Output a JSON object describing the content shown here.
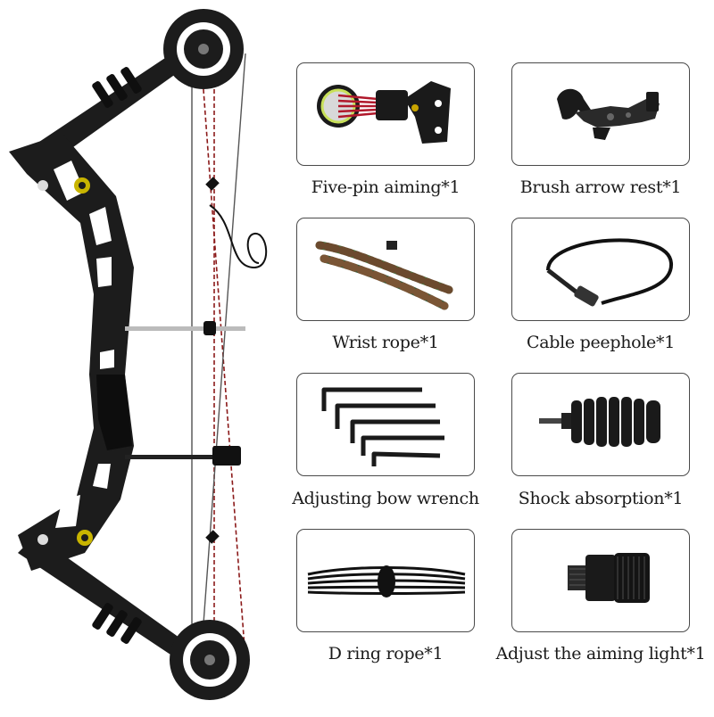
{
  "product_image": {
    "bow_icon": "compound-bow",
    "bow_label": ""
  },
  "accessories": [
    {
      "icon": "five-pin-sight-icon",
      "caption": "Five-pin aiming*1"
    },
    {
      "icon": "arrow-rest-icon",
      "caption": "Brush arrow rest*1"
    },
    {
      "icon": "wrist-rope-icon",
      "caption": "Wrist rope*1"
    },
    {
      "icon": "peephole-cable-icon",
      "caption": "Cable peephole*1"
    },
    {
      "icon": "hex-wrench-set-icon",
      "caption": "Adjusting bow wrench"
    },
    {
      "icon": "shock-absorber-icon",
      "caption": "Shock absorption*1"
    },
    {
      "icon": "d-loop-rope-icon",
      "caption": "D ring rope*1"
    },
    {
      "icon": "sight-light-icon",
      "caption": "Adjust the aiming light*1"
    }
  ],
  "colors": {
    "box_border": "#4a4a4a",
    "bow_body": "#1c1c1c",
    "string_red": "#8b1a1a"
  }
}
